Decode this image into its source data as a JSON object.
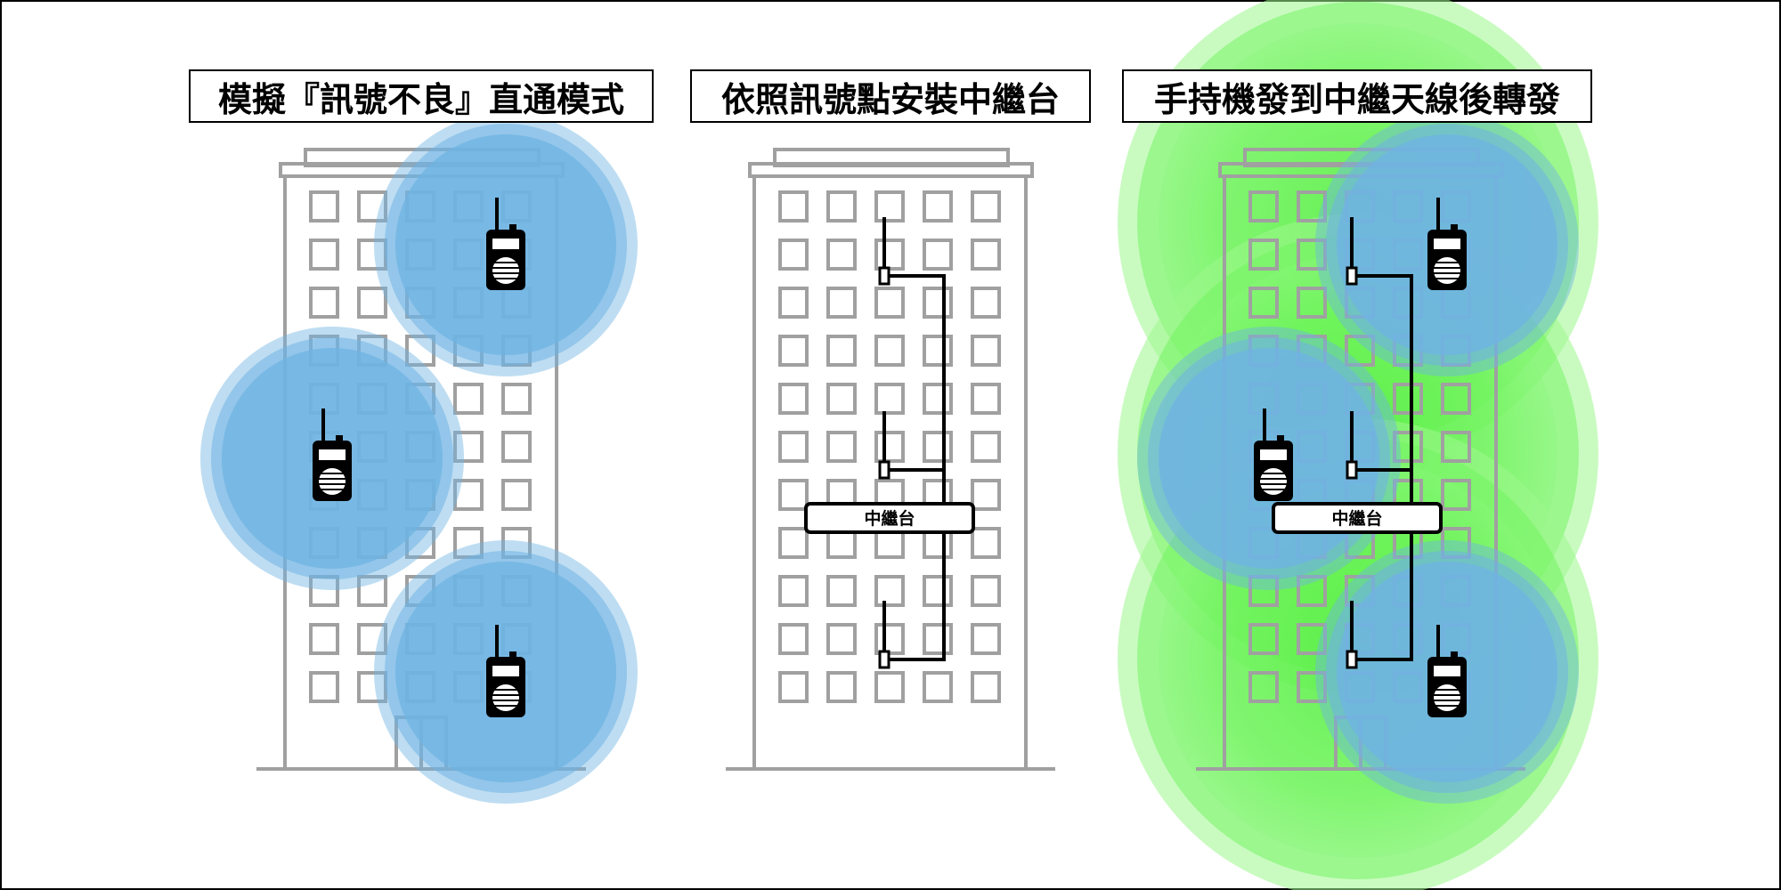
{
  "panels": [
    {
      "title": "模擬『訊號不良』直通模式"
    },
    {
      "title": "依照訊號點安裝中繼台",
      "repeater_label": "中繼台"
    },
    {
      "title": "手持機發到中繼天線後轉發",
      "repeater_label": "中繼台"
    }
  ],
  "colors": {
    "building_outline": "#a0a0a0",
    "radio_coverage": "#6fb3e3",
    "repeater_coverage": "#4cf03a",
    "wiring": "#000000"
  },
  "icons": [
    "building-icon",
    "handheld-radio-icon",
    "antenna-icon",
    "repeater-box"
  ]
}
